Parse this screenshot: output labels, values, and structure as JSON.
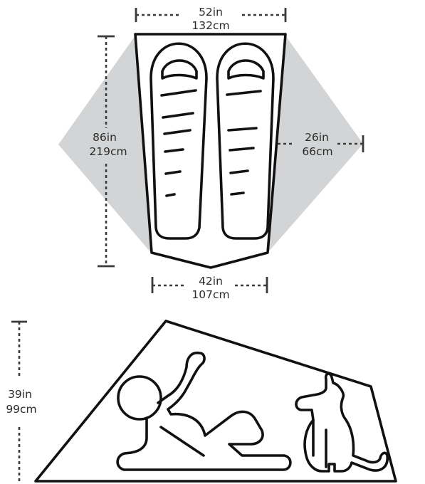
{
  "floorplan": {
    "top_width": {
      "in": "52in",
      "cm": "132cm"
    },
    "length": {
      "in": "86in",
      "cm": "219cm"
    },
    "vestibule_depth": {
      "in": "26in",
      "cm": "66cm"
    },
    "bottom_width": {
      "in": "42in",
      "cm": "107cm"
    },
    "vestibule_color": "#d2d4d5",
    "occupants": [
      "sleeping-bag",
      "sleeping-bag"
    ]
  },
  "side_view": {
    "peak_height": {
      "in": "39in",
      "cm": "99cm"
    },
    "occupants": [
      "person",
      "dog"
    ]
  }
}
